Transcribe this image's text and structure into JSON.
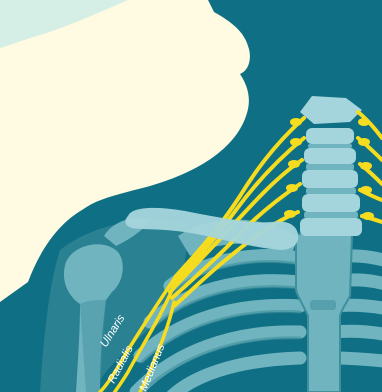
{
  "figure": {
    "colors": {
      "background": "#0f6f84",
      "skin": "#fffbe2",
      "skin_shadow": "#d6efe6",
      "bone": "#6fb4bf",
      "bone_light": "#a5d5dc",
      "bone_dark": "#3f8f9d",
      "nerve": "#f6dc1e",
      "label": "#ffffff"
    },
    "labels": {
      "ulnaris": "Ulnaris",
      "radialis": "Radialis",
      "medianus": "Medianus"
    }
  }
}
